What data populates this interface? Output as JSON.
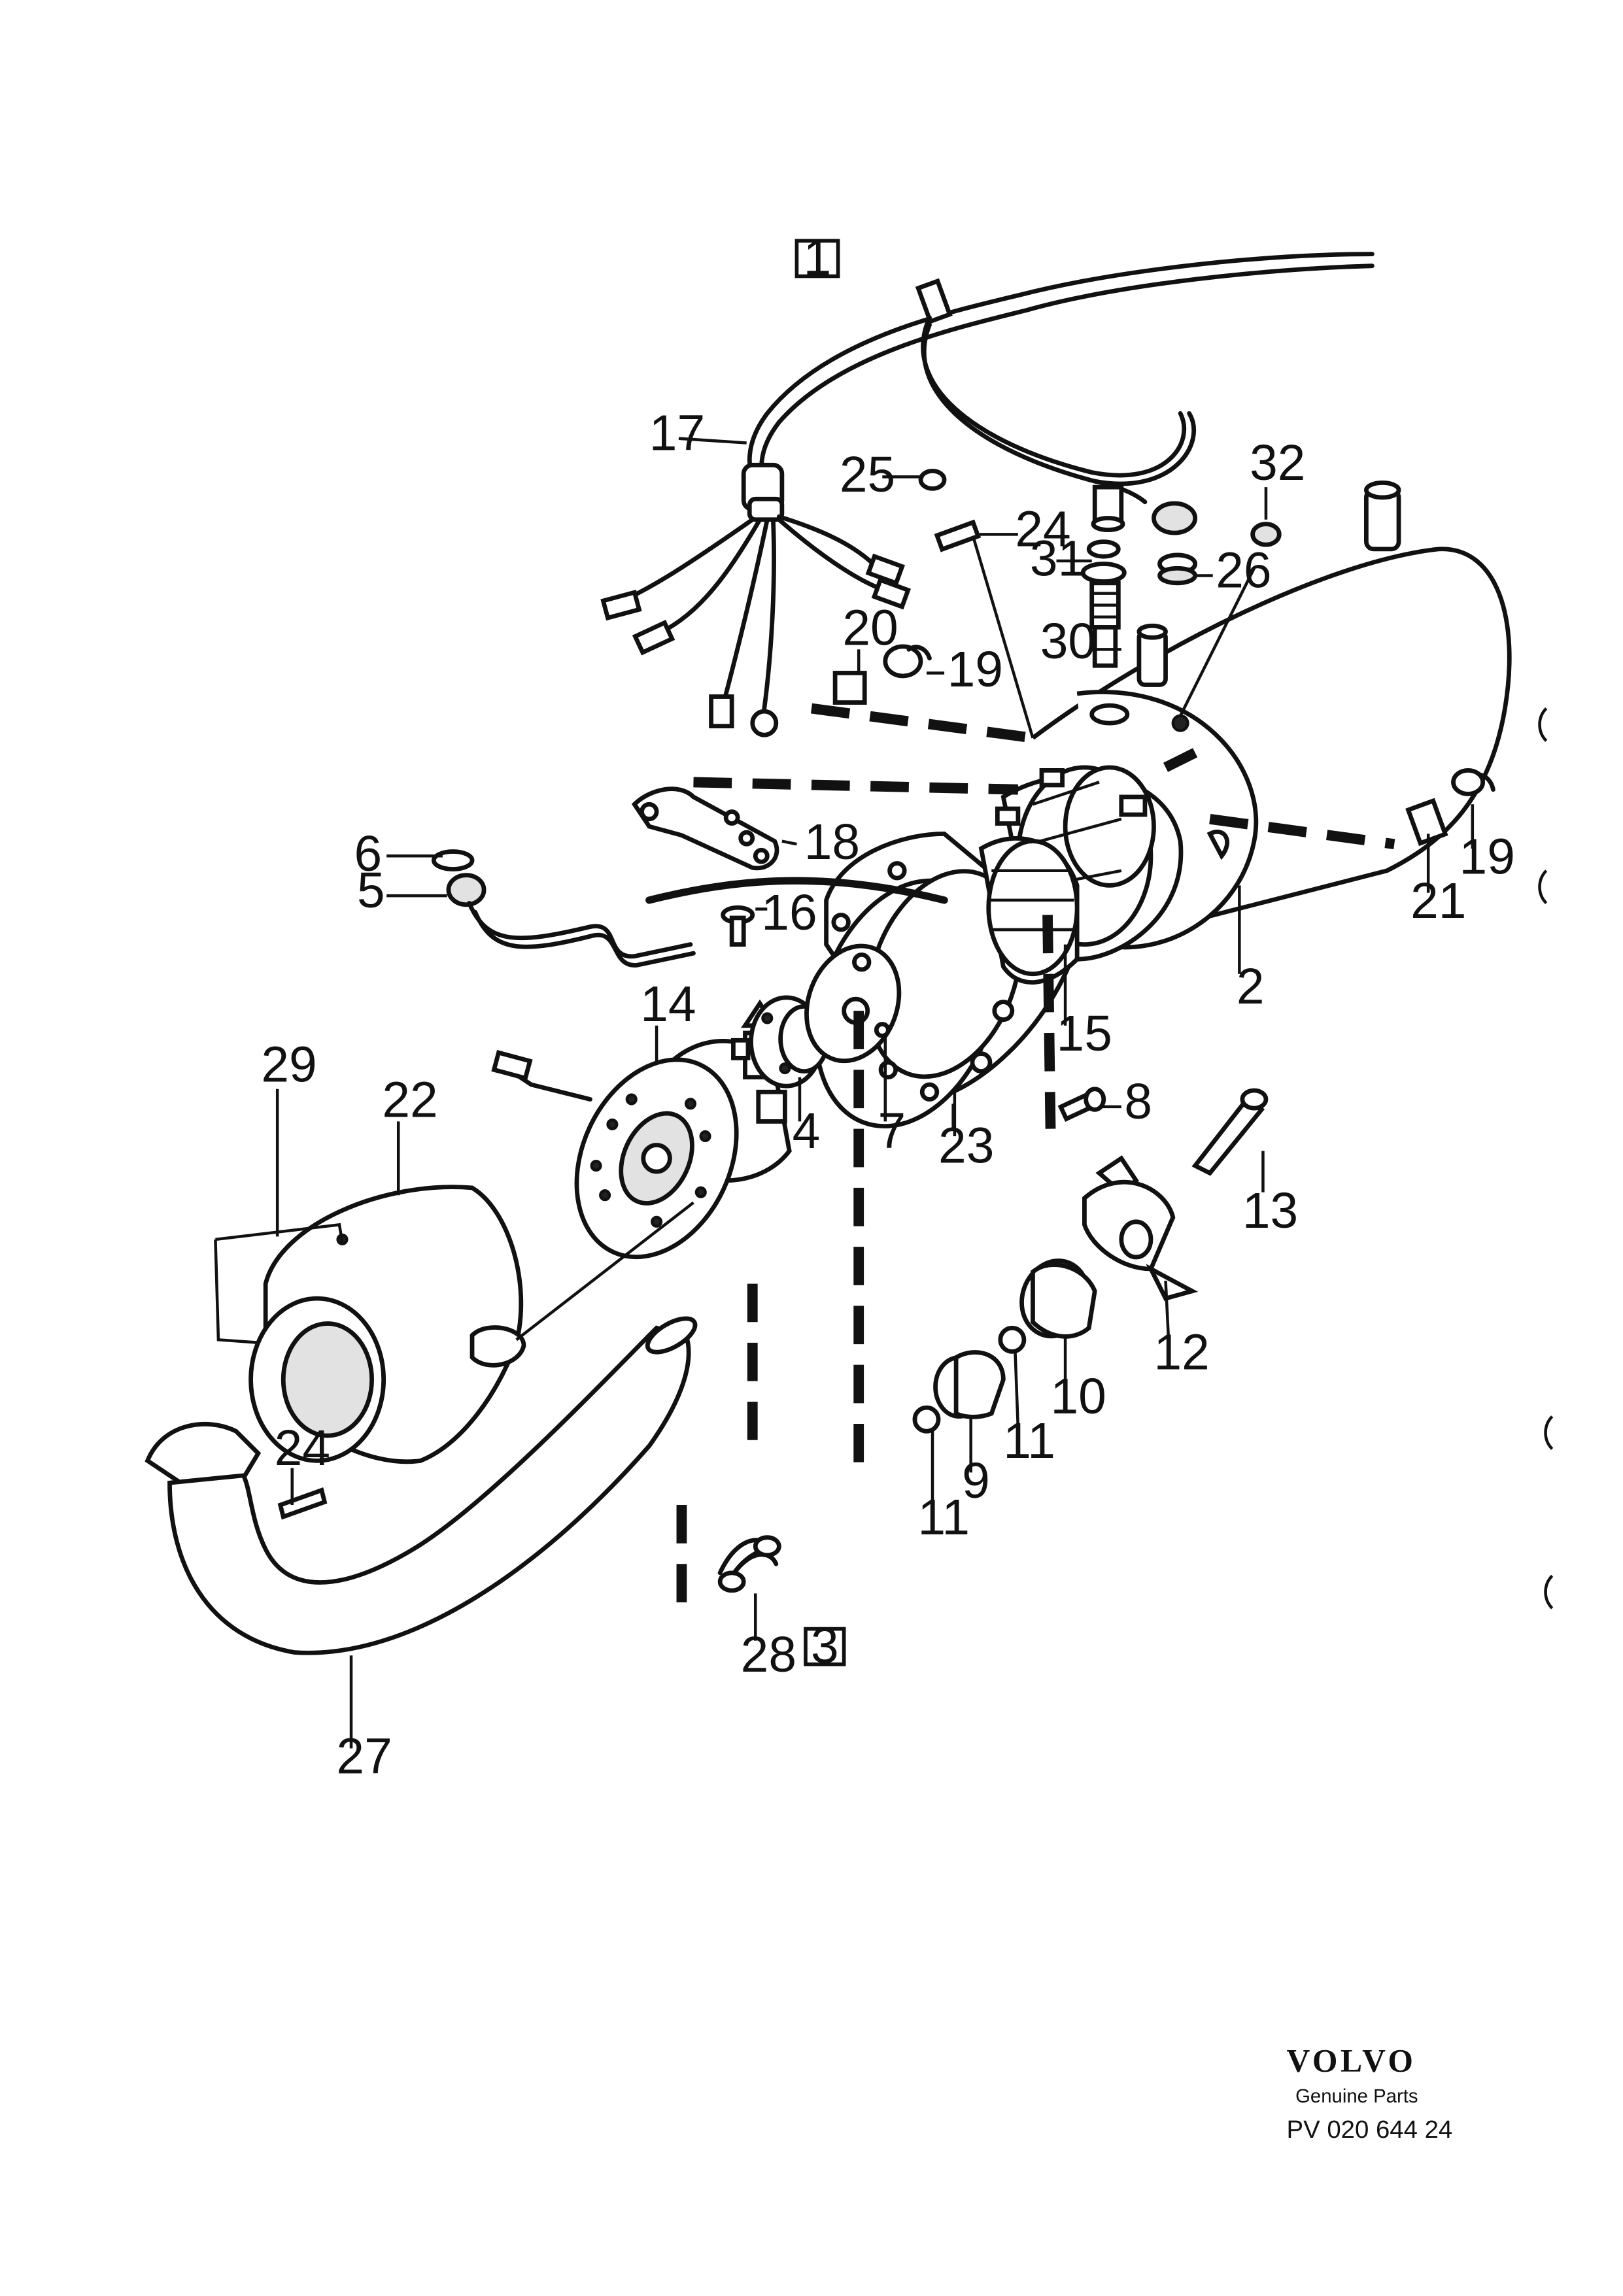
{
  "callouts": [
    {
      "id": "p1",
      "label": "2"
    },
    {
      "id": "p2",
      "label": "4"
    },
    {
      "id": "p3",
      "label": "5"
    },
    {
      "id": "p4",
      "label": "6"
    },
    {
      "id": "p5",
      "label": "7"
    },
    {
      "id": "p6",
      "label": "8"
    },
    {
      "id": "p7",
      "label": "9"
    },
    {
      "id": "p8",
      "label": "10"
    },
    {
      "id": "p9",
      "label": "11"
    },
    {
      "id": "p10",
      "label": "11"
    },
    {
      "id": "p11",
      "label": "12"
    },
    {
      "id": "p12",
      "label": "13"
    },
    {
      "id": "p13",
      "label": "14"
    },
    {
      "id": "p14",
      "label": "15"
    },
    {
      "id": "p15",
      "label": "16"
    },
    {
      "id": "p16",
      "label": "17"
    },
    {
      "id": "p17",
      "label": "18"
    },
    {
      "id": "p18",
      "label": "19"
    },
    {
      "id": "p19",
      "label": "19"
    },
    {
      "id": "p20",
      "label": "20"
    },
    {
      "id": "p21",
      "label": "21"
    },
    {
      "id": "p22",
      "label": "22"
    },
    {
      "id": "p23",
      "label": "23"
    },
    {
      "id": "p24",
      "label": "24"
    },
    {
      "id": "p25",
      "label": "24"
    },
    {
      "id": "p26",
      "label": "25"
    },
    {
      "id": "p27",
      "label": "26"
    },
    {
      "id": "p28",
      "label": "27"
    },
    {
      "id": "p29",
      "label": "28"
    },
    {
      "id": "p30",
      "label": "29"
    },
    {
      "id": "p31",
      "label": "30"
    },
    {
      "id": "p32",
      "label": "31"
    },
    {
      "id": "p33",
      "label": "32"
    }
  ],
  "boxed_refs": [
    {
      "id": "ref-1",
      "label": "1"
    },
    {
      "id": "ref-3",
      "label": "3"
    }
  ],
  "logo": {
    "brand": "VOLVO",
    "tagline": "Genuine Parts",
    "code": "PV 020 644 24"
  }
}
